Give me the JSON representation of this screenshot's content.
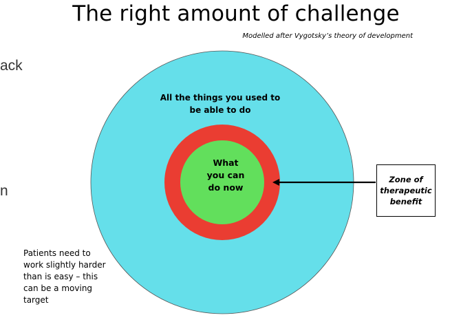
{
  "title": "The right amount of challenge",
  "subtitle": "Modelled after Vygotsky’s theory of development",
  "left_edge_fragments": [
    "ack",
    "n"
  ],
  "outer_zone": {
    "lines": [
      "All the things you used to",
      "be able to do"
    ],
    "color": "#65dfea"
  },
  "middle_zone": {
    "color": "#ea3d32"
  },
  "inner_zone": {
    "lines": [
      "What",
      "you can",
      "do now"
    ],
    "color": "#62df5c"
  },
  "callout": {
    "lines": [
      "Zone of",
      "therapeutic",
      "benefit"
    ]
  },
  "note": {
    "lines": [
      "Patients need to",
      "work slightly harder",
      "than is easy – this",
      "can be a moving",
      "target"
    ]
  }
}
